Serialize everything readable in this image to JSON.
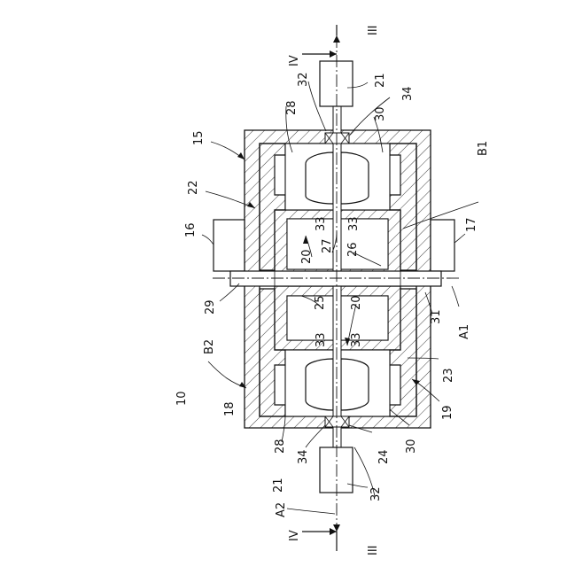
{
  "labels": {
    "n10": "10",
    "n15": "15",
    "n16": "16",
    "n17": "17",
    "n18": "18",
    "n19": "19",
    "n20a": "20",
    "n20b": "20",
    "n21a": "21",
    "n21b": "21",
    "n22": "22",
    "n23": "23",
    "n24": "24",
    "n25": "25",
    "n26": "26",
    "n27": "27",
    "n28a": "28",
    "n28b": "28",
    "n29": "29",
    "n30a": "30",
    "n30b": "30",
    "n31": "31",
    "n32a": "32",
    "n32b": "32",
    "n33a": "33",
    "n33b": "33",
    "n33c": "33",
    "n33d": "33",
    "n34a": "34",
    "n34b": "34",
    "A1": "A1",
    "A2": "A2",
    "B1": "B1",
    "B2": "B2",
    "IIIa": "III",
    "IIIb": "III",
    "IVa": "IV",
    "IVb": "IV"
  }
}
